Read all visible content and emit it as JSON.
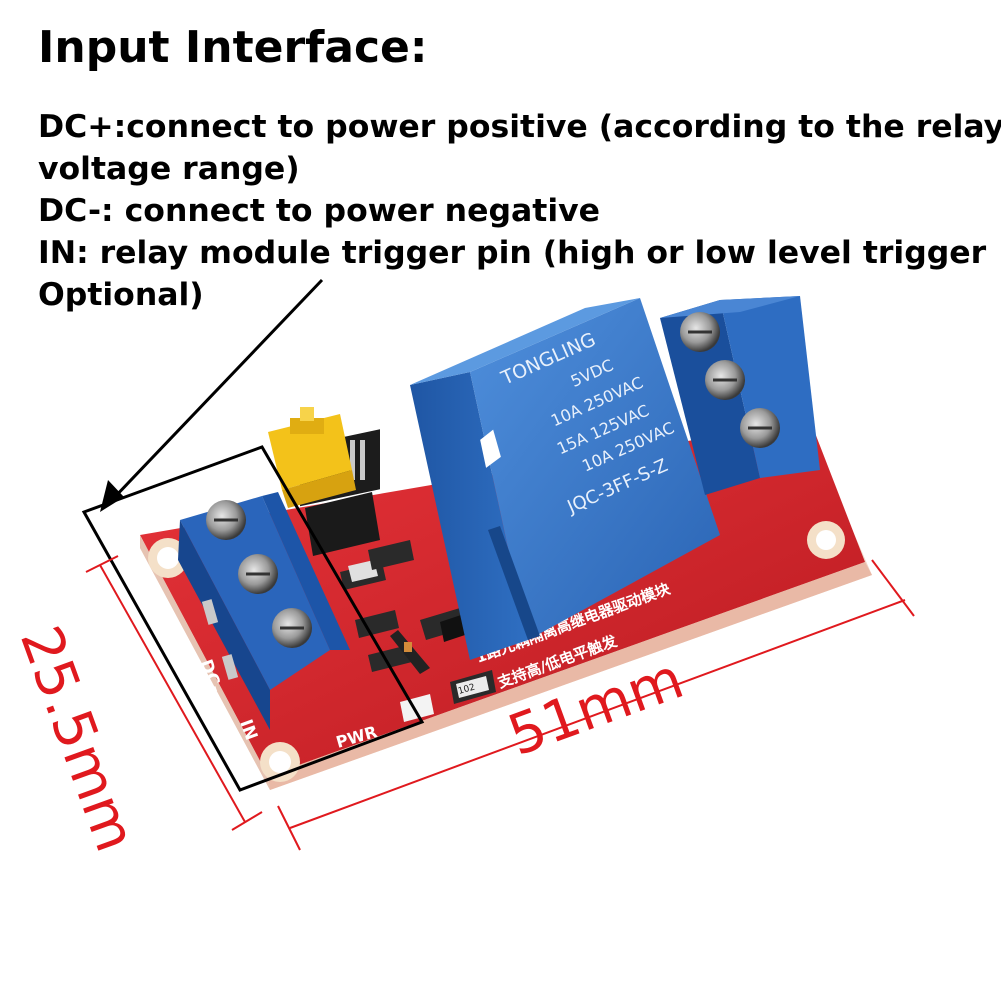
{
  "heading": "Input Interface:",
  "lines": [
    "DC+:connect to power positive (according to the relay",
    "voltage range)",
    "DC-: connect to power negative",
    "IN: relay module trigger pin (high or low level trigger",
    "Optional)"
  ],
  "relay": {
    "brand": "TONGLING",
    "rating1": "5VDC",
    "rating2": "10A 250VAC",
    "rating3": "15A 125VAC",
    "rating4": "10A 250VAC",
    "model": "JQC-3FF-S-Z"
  },
  "board": {
    "pin_dcplus": "DC+",
    "pin_dcminus": "DC-",
    "pin_in": "IN",
    "pwr_label": "PWR",
    "chinese_line1": "1路光耦隔离高继电器驱动模块",
    "chinese_line2": "支持高/低电平触发",
    "resistor_label": "102"
  },
  "dimensions": {
    "width": "51mm",
    "height": "25.5mm"
  },
  "colors": {
    "pcb_red": "#d8232a",
    "relay_blue": "#2f6fc2",
    "terminal_blue": "#1f5fb8",
    "jumper_yellow": "#f3c21a",
    "dimension_red": "#e0191e"
  }
}
